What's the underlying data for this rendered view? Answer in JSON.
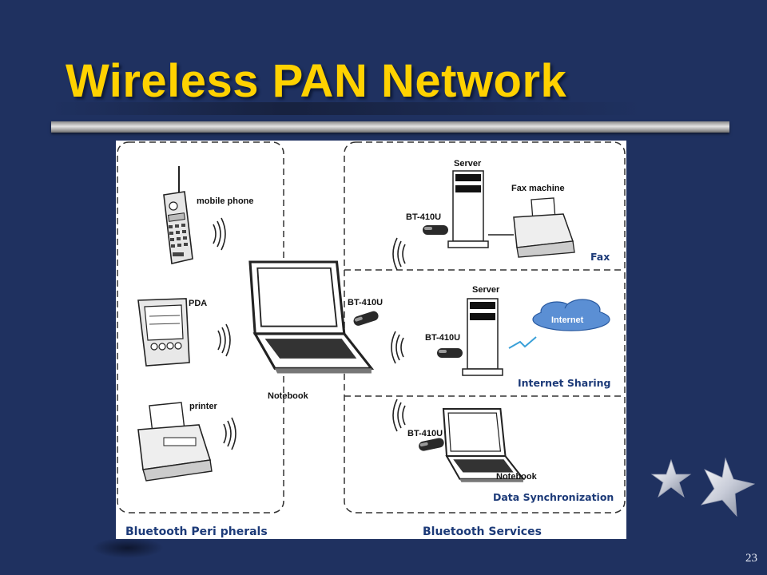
{
  "slide": {
    "title": "Wireless PAN Network",
    "page_number": "23"
  },
  "diagram": {
    "left_group_label": "Bluetooth Peri pherals",
    "right_group_label": "Bluetooth Services",
    "devices": {
      "mobile_phone": "mobile phone",
      "pda": "PDA",
      "printer": "printer",
      "notebook_center": "Notebook",
      "bt_center": "BT-410U"
    },
    "fax_section": {
      "server": "Server",
      "fax_machine": "Fax machine",
      "adapter": "BT-410U",
      "title": "Fax"
    },
    "internet_section": {
      "server": "Server",
      "cloud": "Internet",
      "adapter": "BT-410U",
      "title": "Internet Sharing"
    },
    "sync_section": {
      "adapter": "BT-410U",
      "notebook": "Notebook",
      "title": "Data Synchronization"
    }
  },
  "colors": {
    "background": "#1f3160",
    "title": "#ffd200",
    "section_label": "#1c3a78"
  }
}
